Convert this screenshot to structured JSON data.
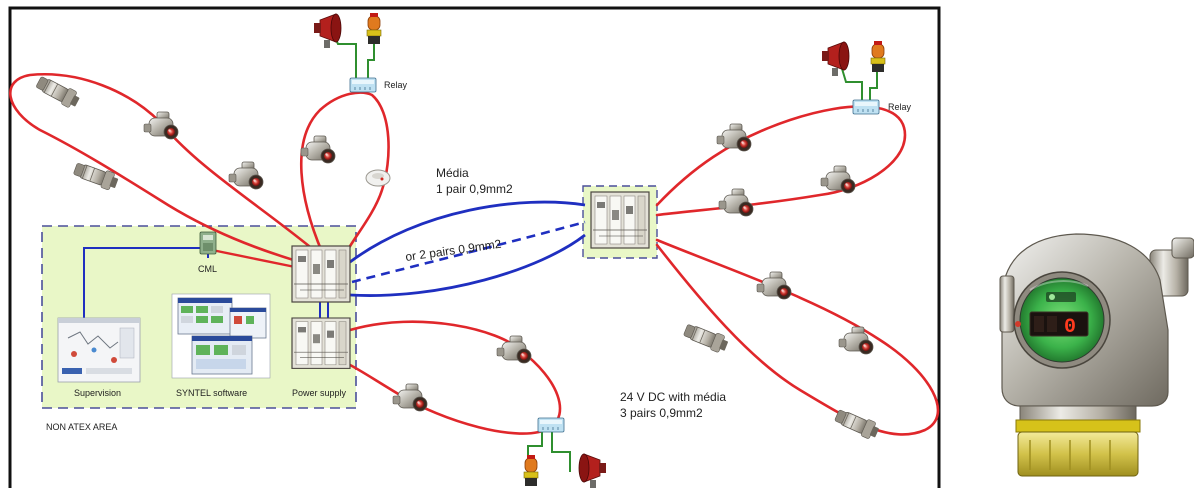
{
  "zone": {
    "area_label": "NON ATEX AREA"
  },
  "components": {
    "cml": "CML",
    "supervision": "Supervision",
    "syntel": "SYNTEL software",
    "power_supply": "Power supply",
    "relay_top": "Relay",
    "relay_right": "Relay"
  },
  "links": {
    "media_title": "Média",
    "media_pair": "1 pair 0,9mm2",
    "media_alt": "or 2 pairs 0,9mm2",
    "dc_title": "24 V DC with média",
    "dc_pairs": "3 pairs 0,9mm2"
  },
  "detector_display": {
    "reading": "0"
  },
  "colors": {
    "loop": "#e0272b",
    "media_link": "#1f2fc0",
    "zone_fill": "#e9f7c7",
    "zone_border": "#4a4f9a",
    "frame": "#111111",
    "display_green": "#4ccf5a",
    "display_digit": "#ff3b1f"
  }
}
